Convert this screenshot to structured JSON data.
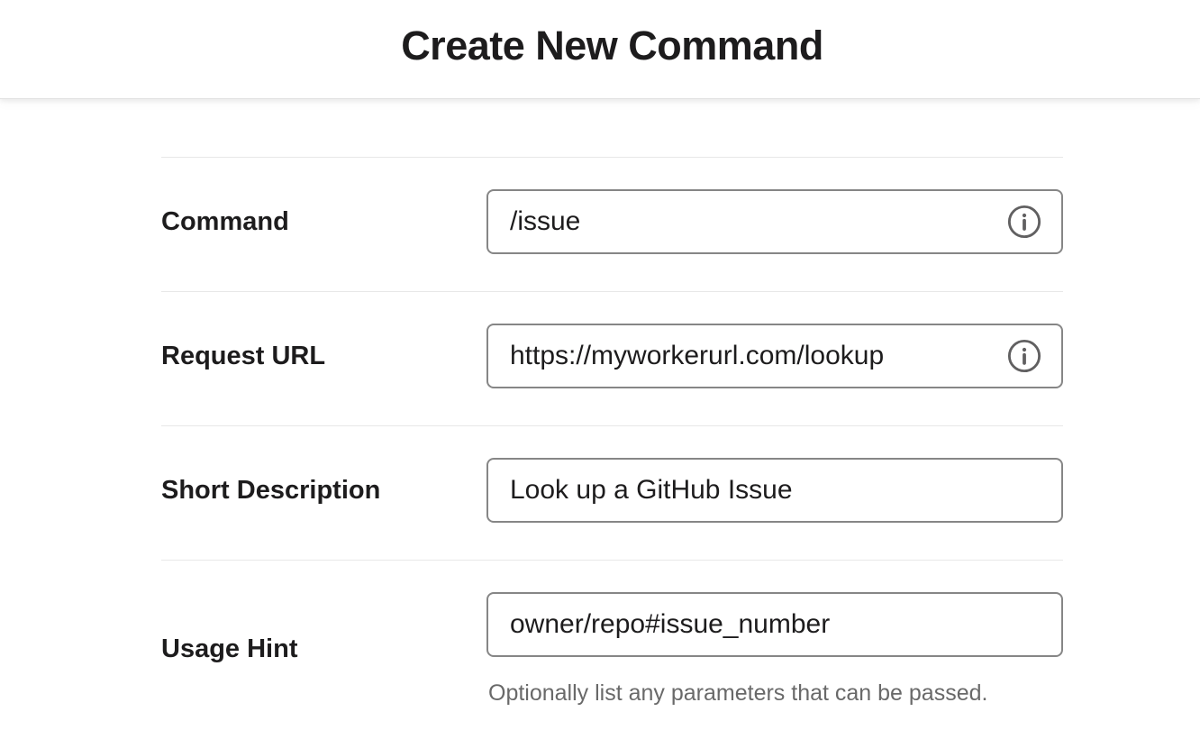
{
  "header": {
    "title": "Create New Command"
  },
  "form": {
    "fields": [
      {
        "label": "Command",
        "value": "/issue",
        "has_info_icon": true
      },
      {
        "label": "Request URL",
        "value": "https://myworkerurl.com/lookup",
        "has_info_icon": true
      },
      {
        "label": "Short Description",
        "value": "Look up a GitHub Issue",
        "has_info_icon": false
      },
      {
        "label": "Usage Hint",
        "value": "owner/repo#issue_number",
        "has_info_icon": false,
        "helper": "Optionally list any parameters that can be passed."
      }
    ]
  },
  "icons": {
    "info": "info-circle-icon"
  },
  "colors": {
    "text": "#1d1c1d",
    "input_border": "#868686",
    "divider": "#e8e8e8",
    "helper_text": "#696969",
    "info_icon": "#616061",
    "background": "#ffffff"
  }
}
